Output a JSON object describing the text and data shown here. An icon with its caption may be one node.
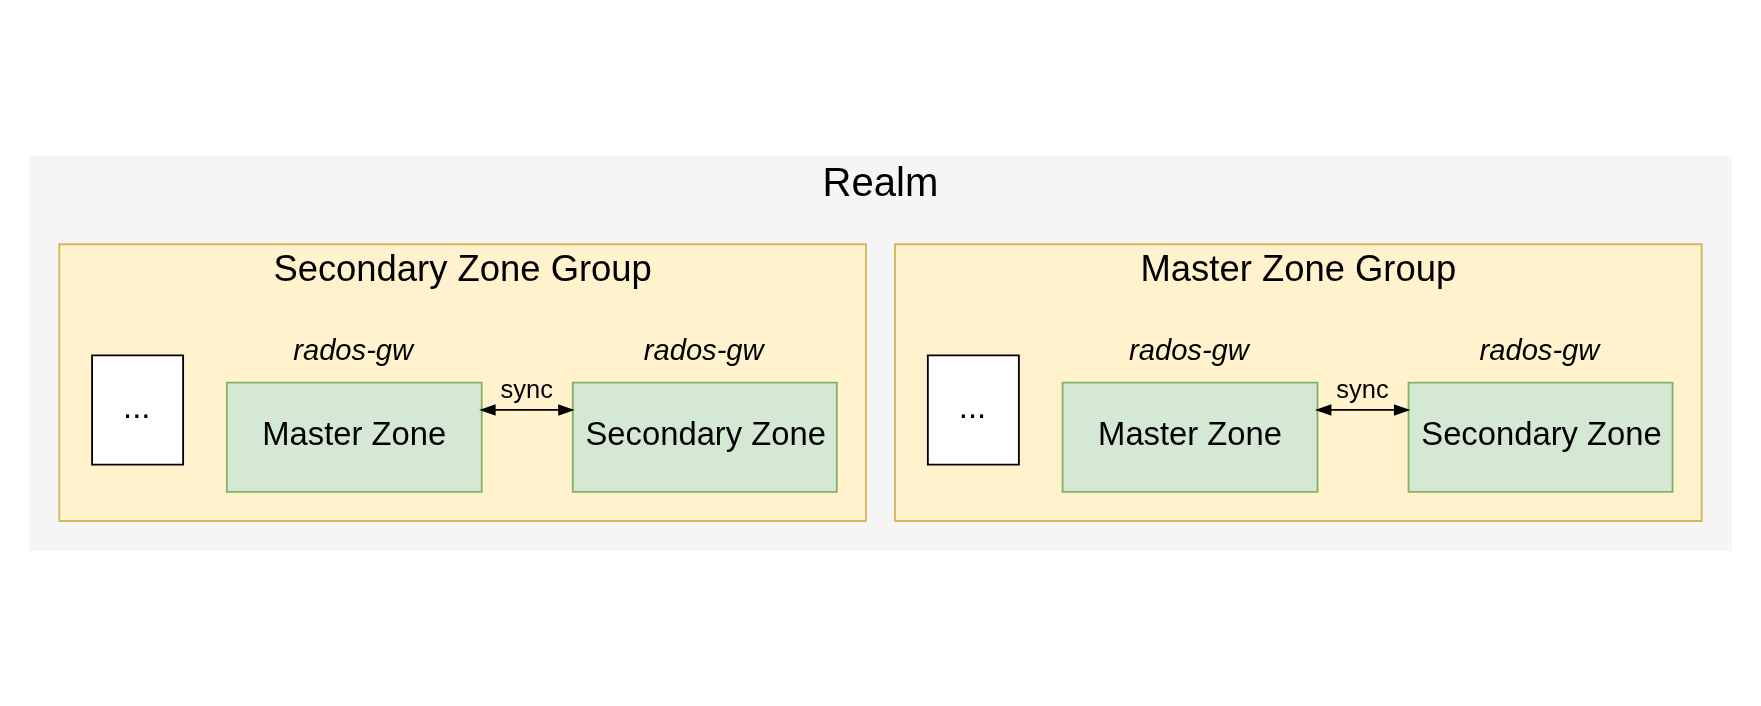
{
  "diagram": {
    "nodes": [
      {
        "text": [
          "Realm"
        ]
      },
      {
        "text": [
          "Master Zone Group"
        ],
        "in": 0
      },
      {
        "text": [
          "Master Zone"
        ],
        "in": 1,
        "beside": [
          "rados-gw"
        ]
      },
      {
        "text": [
          "Secondary Zone"
        ],
        "in": 1,
        "beside": [
          "rados-gw"
        ]
      },
      {
        "text": [
          "..."
        ],
        "in": 1
      },
      {
        "text": [
          "Secondary Zone Group"
        ],
        "in": 0
      },
      {
        "text": [
          "Master Zone"
        ],
        "in": 5,
        "beside": [
          "rados-gw"
        ]
      },
      {
        "text": [
          "Secondary Zone"
        ],
        "in": 5,
        "beside": [
          "rados-gw"
        ]
      },
      {
        "text": [
          "..."
        ],
        "in": 5
      }
    ],
    "edges": [
      {
        "from": 2,
        "to": 3,
        "arrow": "both",
        "label": "sync"
      },
      {
        "from": 6,
        "to": 7,
        "arrow": "both",
        "label": "sync"
      }
    ]
  }
}
